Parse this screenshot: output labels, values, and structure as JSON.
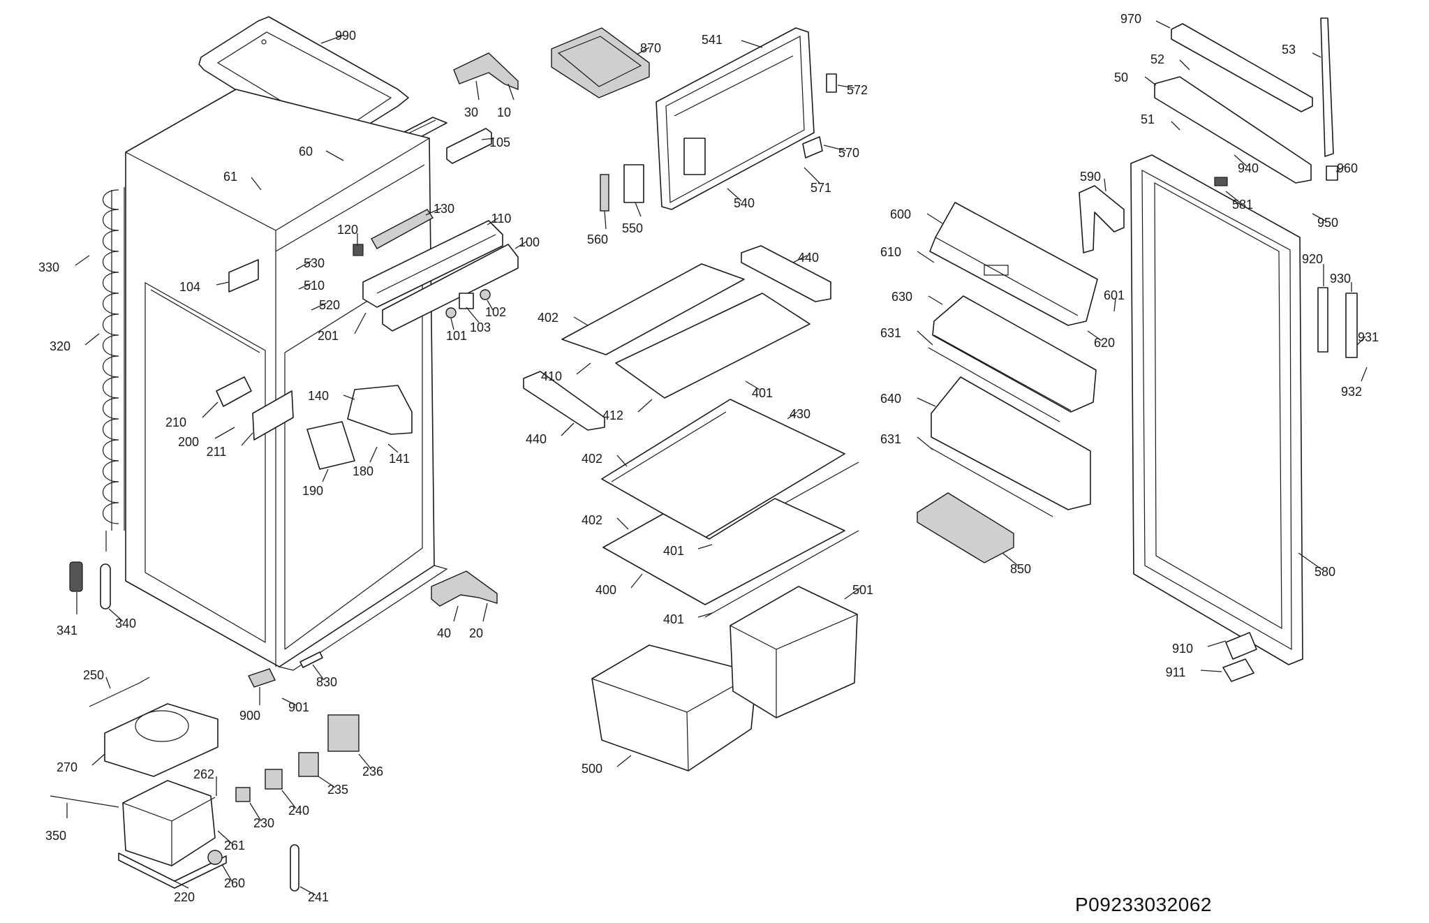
{
  "diagram_id": "P09233032062",
  "labels": [
    {
      "n": "990"
    },
    {
      "n": "30"
    },
    {
      "n": "10"
    },
    {
      "n": "105"
    },
    {
      "n": "60"
    },
    {
      "n": "61"
    },
    {
      "n": "120"
    },
    {
      "n": "130"
    },
    {
      "n": "110"
    },
    {
      "n": "100"
    },
    {
      "n": "330"
    },
    {
      "n": "104"
    },
    {
      "n": "530"
    },
    {
      "n": "510"
    },
    {
      "n": "520"
    },
    {
      "n": "102"
    },
    {
      "n": "103"
    },
    {
      "n": "101"
    },
    {
      "n": "201"
    },
    {
      "n": "320"
    },
    {
      "n": "210"
    },
    {
      "n": "200"
    },
    {
      "n": "211"
    },
    {
      "n": "140"
    },
    {
      "n": "141"
    },
    {
      "n": "180"
    },
    {
      "n": "190"
    },
    {
      "n": "341"
    },
    {
      "n": "340"
    },
    {
      "n": "40"
    },
    {
      "n": "20"
    },
    {
      "n": "830"
    },
    {
      "n": "250"
    },
    {
      "n": "900"
    },
    {
      "n": "901"
    },
    {
      "n": "270"
    },
    {
      "n": "236"
    },
    {
      "n": "262"
    },
    {
      "n": "235"
    },
    {
      "n": "240"
    },
    {
      "n": "230"
    },
    {
      "n": "350"
    },
    {
      "n": "261"
    },
    {
      "n": "260"
    },
    {
      "n": "220"
    },
    {
      "n": "241"
    },
    {
      "n": "870"
    },
    {
      "n": "541"
    },
    {
      "n": "572"
    },
    {
      "n": "570"
    },
    {
      "n": "571"
    },
    {
      "n": "540"
    },
    {
      "n": "550"
    },
    {
      "n": "560"
    },
    {
      "n": "440"
    },
    {
      "n": "402"
    },
    {
      "n": "410"
    },
    {
      "n": "401"
    },
    {
      "n": "412"
    },
    {
      "n": "440"
    },
    {
      "n": "430"
    },
    {
      "n": "402"
    },
    {
      "n": "402"
    },
    {
      "n": "401"
    },
    {
      "n": "400"
    },
    {
      "n": "401"
    },
    {
      "n": "501"
    },
    {
      "n": "500"
    },
    {
      "n": "970"
    },
    {
      "n": "53"
    },
    {
      "n": "52"
    },
    {
      "n": "50"
    },
    {
      "n": "51"
    },
    {
      "n": "940"
    },
    {
      "n": "960"
    },
    {
      "n": "590"
    },
    {
      "n": "581"
    },
    {
      "n": "950"
    },
    {
      "n": "600"
    },
    {
      "n": "610"
    },
    {
      "n": "601"
    },
    {
      "n": "630"
    },
    {
      "n": "620"
    },
    {
      "n": "631"
    },
    {
      "n": "640"
    },
    {
      "n": "631"
    },
    {
      "n": "850"
    },
    {
      "n": "920"
    },
    {
      "n": "930"
    },
    {
      "n": "931"
    },
    {
      "n": "932"
    },
    {
      "n": "580"
    },
    {
      "n": "910"
    },
    {
      "n": "911"
    }
  ]
}
